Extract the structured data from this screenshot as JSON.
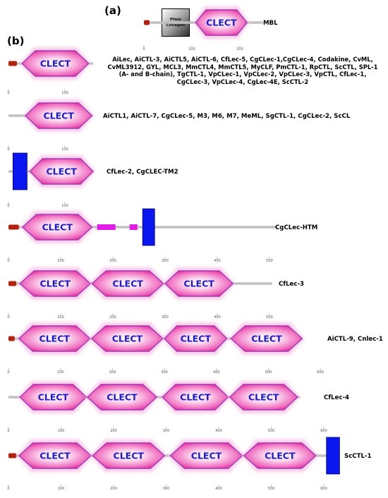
{
  "panels": {
    "a": "(a)",
    "b": "(b)"
  },
  "domain_label": "CLECT",
  "pfam_box": {
    "line1": "Pfam",
    "line2": "Collagen"
  },
  "colors": {
    "clect_fill": "#e6218f",
    "clect_border": "#a03ab8",
    "glow": "#f8c3e6",
    "signal": "#b3220c",
    "tm": "#0a16f0",
    "magenta": "#e11ce8",
    "backbone": "#c0c0c0"
  },
  "rows": [
    {
      "id": "mbl",
      "length": 248,
      "ticks": [
        0,
        100,
        200
      ],
      "label": "MBL",
      "features": [
        {
          "type": "signal",
          "start": 0,
          "end": 10
        },
        {
          "type": "pfam",
          "start": 20,
          "end": 60
        },
        {
          "type": "clect",
          "start": 108,
          "end": 215
        }
      ]
    },
    {
      "id": "row1",
      "length": 150,
      "ticks": [
        0,
        100
      ],
      "lines": [
        "AiLec, AiCTL-3, AiCTL5, AiCTL-6, CfLec-5, CgCLec-1,CgCLec-4, Codakine, CvML,",
        "CvML3912, GYL, MCL3, MmCTL4, MmCTL5, MyCLF, PmCTL-1, RpCTL, ScCTL, SPL-1",
        "(A- and B-chain), TgCTL-1, VpCLec-1, VpCLec-2, VpCLec-3, VpCTL, CfLec-1,",
        "CgCLec-3, VpCLec-4, CgLec-4E, ScCTL-2"
      ],
      "features": [
        {
          "type": "signal",
          "start": 0,
          "end": 15
        },
        {
          "type": "clect",
          "start": 24,
          "end": 142
        }
      ]
    },
    {
      "id": "row2",
      "length": 150,
      "ticks": [
        0,
        100
      ],
      "label": "AiCTL1, AiCTL-7, CgCLec-5, M3, M6, M7, MeML, SgCTL-1, CgCLec-2, ScCL",
      "features": [
        {
          "type": "clect",
          "start": 30,
          "end": 148
        }
      ]
    },
    {
      "id": "row3",
      "length": 150,
      "ticks": [
        0,
        100
      ],
      "label": "CfLec-2, CgCLEC-TM2",
      "features": [
        {
          "type": "tm",
          "start": 8,
          "end": 33
        },
        {
          "type": "clect",
          "start": 38,
          "end": 150
        }
      ]
    },
    {
      "id": "cgclec-htm",
      "length": 515,
      "ticks": [
        0,
        100,
        200,
        300,
        400,
        500
      ],
      "label": "CgCLec-HTM",
      "features": [
        {
          "type": "signal",
          "start": 0,
          "end": 20
        },
        {
          "type": "clect",
          "start": 27,
          "end": 160
        },
        {
          "type": "magenta",
          "start": 170,
          "end": 205
        },
        {
          "type": "magenta",
          "start": 232,
          "end": 247
        },
        {
          "type": "tm",
          "start": 257,
          "end": 280
        }
      ]
    },
    {
      "id": "cflec-3",
      "length": 505,
      "ticks": [
        0,
        100,
        200,
        300,
        400,
        500
      ],
      "label": "CfLec-3",
      "features": [
        {
          "type": "signal",
          "start": 0,
          "end": 15
        },
        {
          "type": "clect",
          "start": 22,
          "end": 157
        },
        {
          "type": "clect",
          "start": 160,
          "end": 297
        },
        {
          "type": "clect",
          "start": 300,
          "end": 430
        }
      ]
    },
    {
      "id": "aictl-9",
      "length": 560,
      "ticks": [
        0,
        100,
        200,
        300,
        400,
        500,
        600
      ],
      "label": "AiCTL-9, Cnlec-1",
      "features": [
        {
          "type": "signal",
          "start": 0,
          "end": 12
        },
        {
          "type": "clect",
          "start": 20,
          "end": 157
        },
        {
          "type": "clect",
          "start": 160,
          "end": 297
        },
        {
          "type": "clect",
          "start": 300,
          "end": 420
        },
        {
          "type": "clect",
          "start": 428,
          "end": 565
        }
      ]
    },
    {
      "id": "cflec-4",
      "length": 555,
      "ticks": [
        0,
        100,
        200,
        300,
        400,
        500,
        600
      ],
      "label": "CfLec-4",
      "features": [
        {
          "type": "clect",
          "start": 22,
          "end": 148
        },
        {
          "type": "clect",
          "start": 150,
          "end": 282
        },
        {
          "type": "clect",
          "start": 293,
          "end": 418
        },
        {
          "type": "clect",
          "start": 421,
          "end": 550
        }
      ]
    },
    {
      "id": "sctl-1",
      "length": 620,
      "ticks": [
        0,
        100,
        200,
        300,
        400,
        500,
        600
      ],
      "label": "ScCTL-1",
      "features": [
        {
          "type": "signal",
          "start": 0,
          "end": 15
        },
        {
          "type": "clect",
          "start": 20,
          "end": 157
        },
        {
          "type": "clect",
          "start": 160,
          "end": 297
        },
        {
          "type": "clect",
          "start": 308,
          "end": 445
        },
        {
          "type": "clect",
          "start": 448,
          "end": 585
        },
        {
          "type": "tm",
          "start": 605,
          "end": 630
        }
      ]
    }
  ]
}
